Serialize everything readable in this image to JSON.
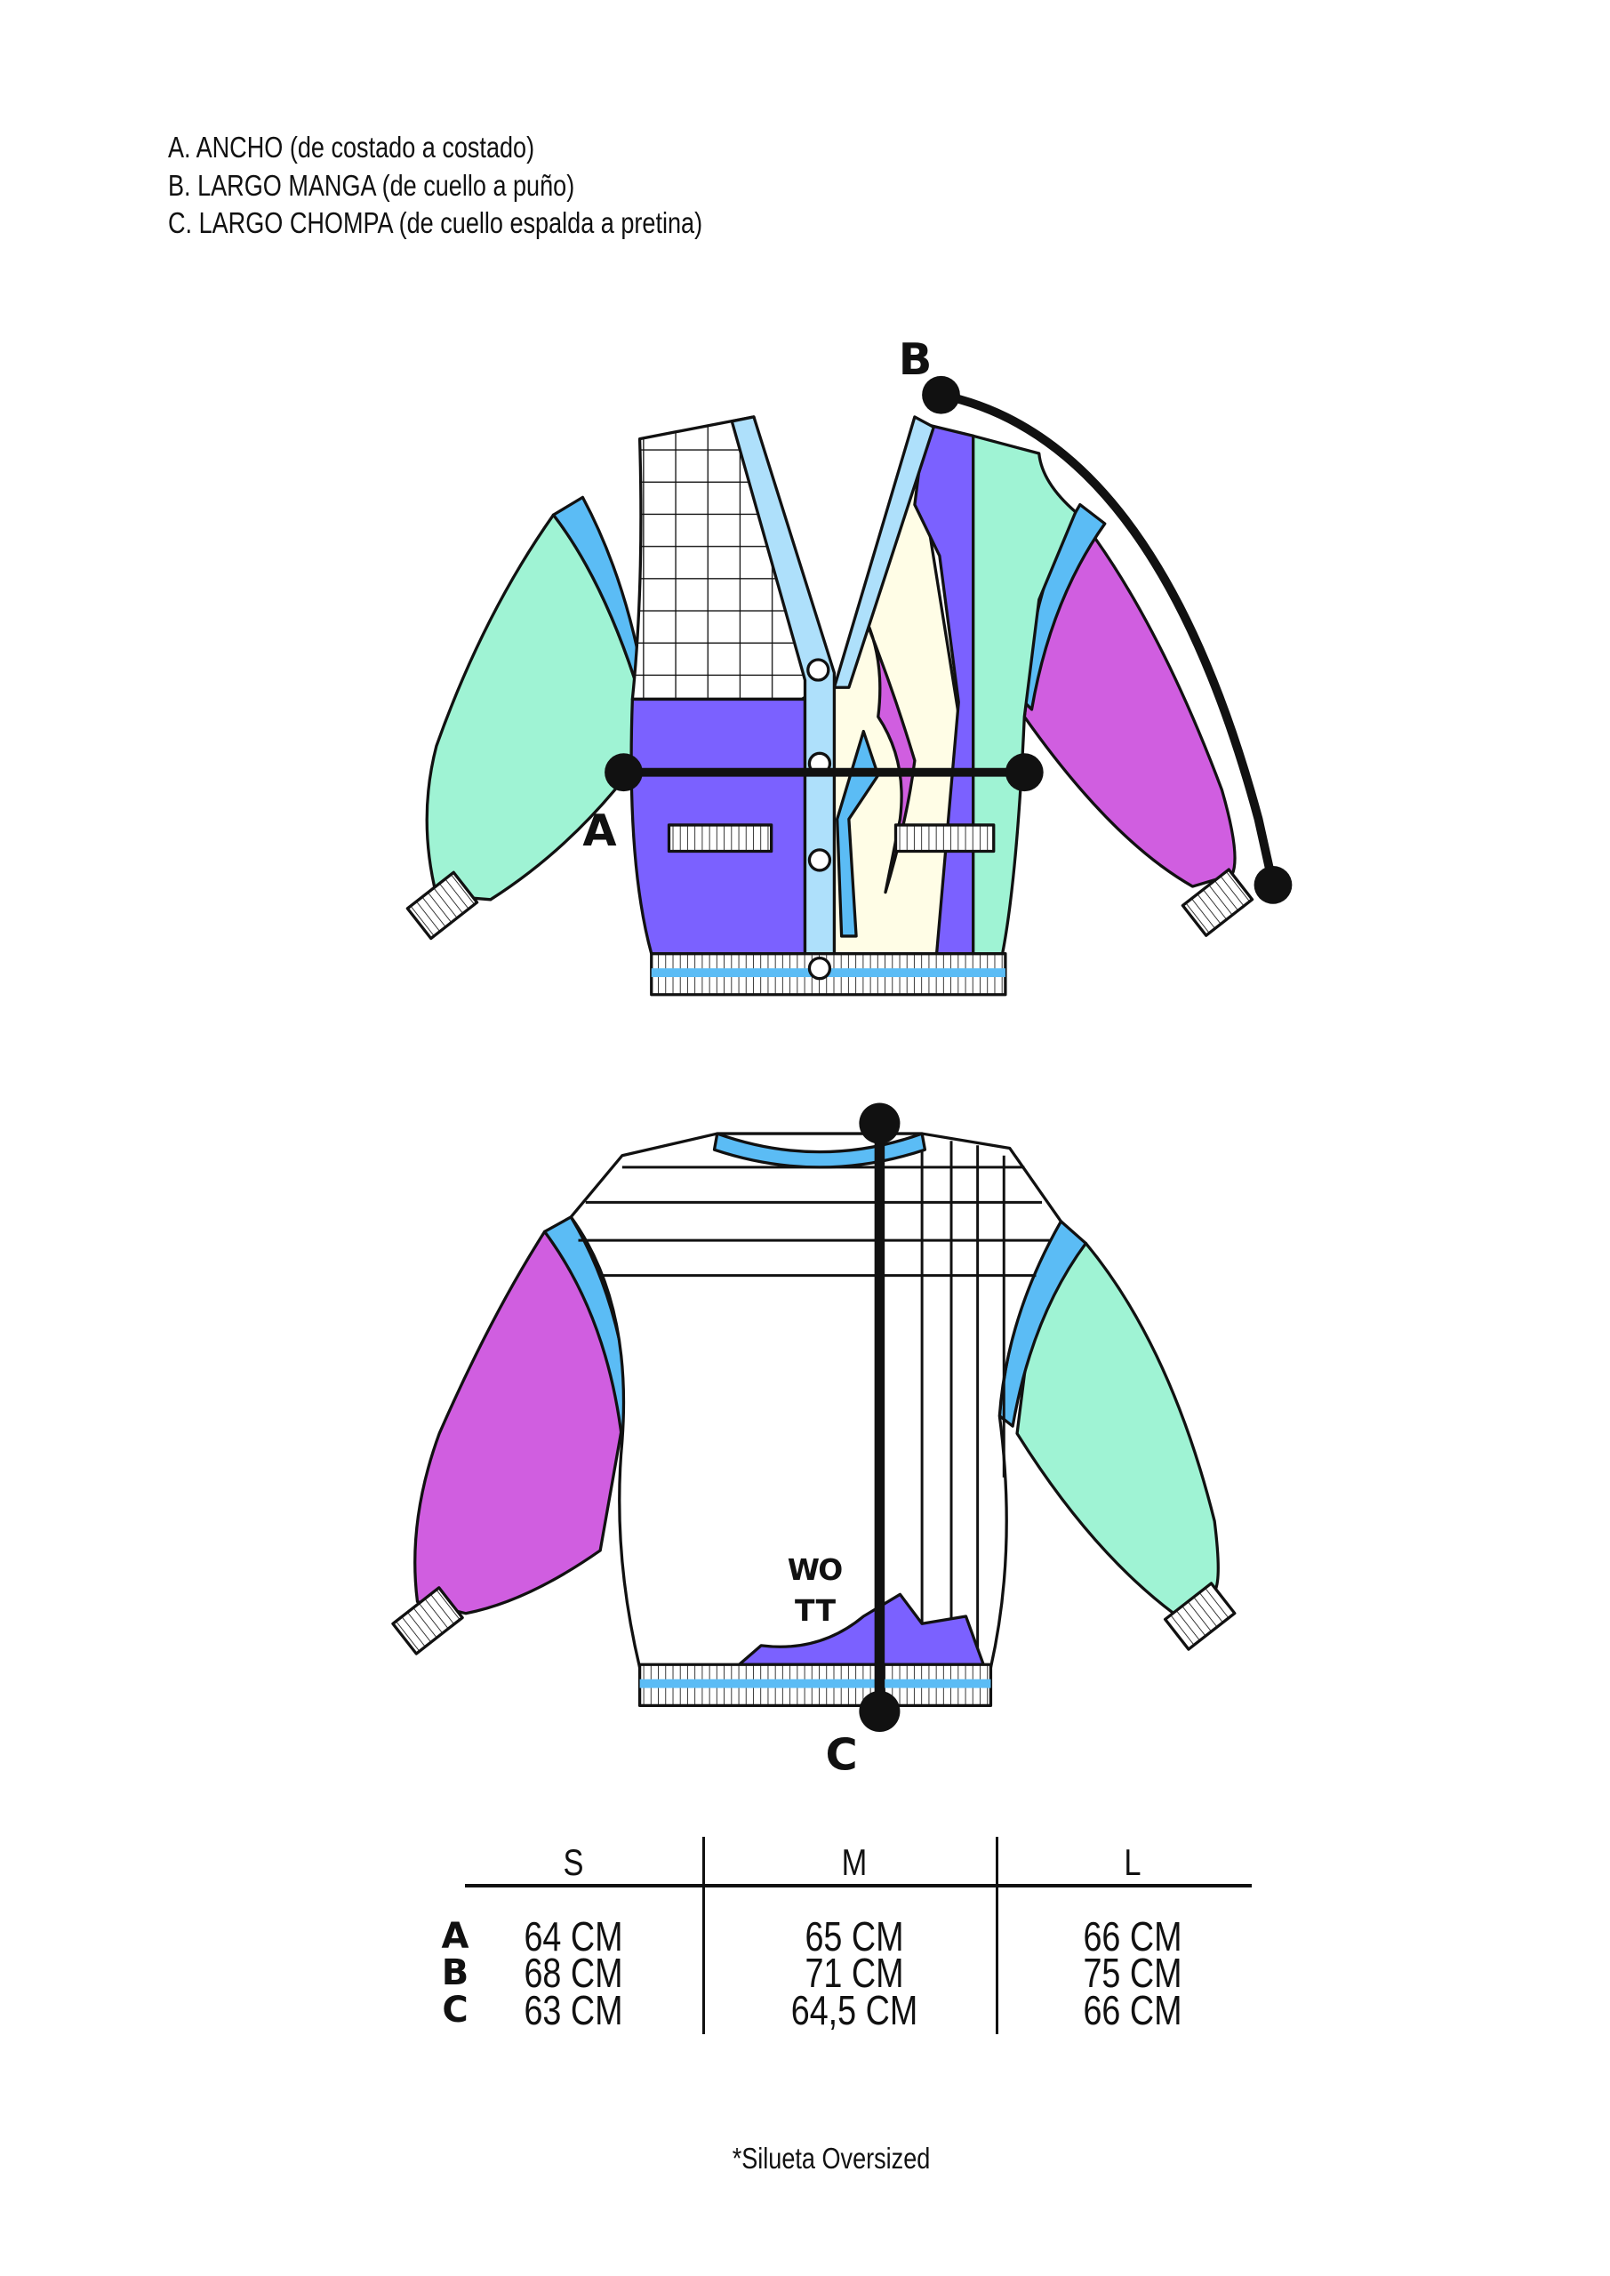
{
  "legend": [
    "A. ANCHO (de costado a costado)",
    "B. LARGO MANGA (de cuello a puño)",
    "C. LARGO CHOMPA (de cuello espalda a pretina)"
  ],
  "markers": {
    "a": "A",
    "b": "B",
    "c": "C"
  },
  "logo_text": [
    "WO",
    "TT"
  ],
  "colors": {
    "mint": "#9ff3d4",
    "magenta": "#d05ee0",
    "purple": "#7b61ff",
    "sky": "#5bbcf5",
    "cream": "#fffde6",
    "ink": "#111111"
  },
  "size_table": {
    "columns": [
      "S",
      "M",
      "L"
    ],
    "rows": [
      {
        "label": "A",
        "values": [
          "64 CM",
          "65 CM",
          "66 CM"
        ]
      },
      {
        "label": "B",
        "values": [
          "68 CM",
          "71 CM",
          "75 CM"
        ]
      },
      {
        "label": "C",
        "values": [
          "63 CM",
          "64,5 CM",
          "66 CM"
        ]
      }
    ]
  },
  "footnote": "*Silueta Oversized"
}
